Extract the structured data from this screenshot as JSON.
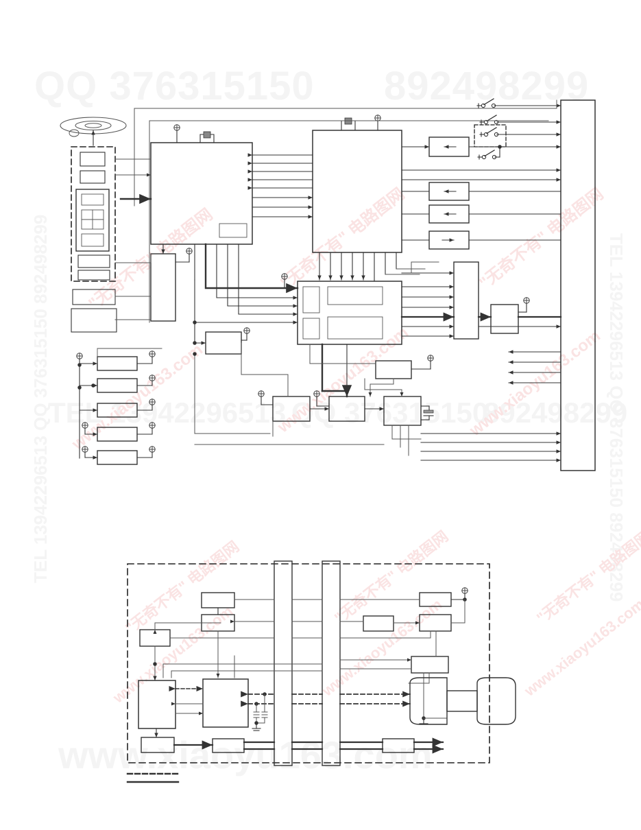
{
  "document": {
    "type": "electronic-block-diagram",
    "title": "",
    "sheet_count": 2
  },
  "watermarks": {
    "top_left": "QQ 376315150",
    "top_right": "892498299",
    "bottom_center": "www.xiaoyu163.com",
    "mid_band_left": "TEL 13942296513",
    "mid_band_center": "QQ 376315150",
    "mid_band_right": "892498299",
    "left_vertical": "TEL 13942296513 QQ 376315150 892498299",
    "right_vertical": "TEL 13942296513 QQ 376315150 892498299",
    "red_site": "www.xiaoyu163.com",
    "red_cn": "\"无奇不有\" 电路图网",
    "colors": {
      "grey": "#f4f4f4",
      "red": "#fae3e3",
      "line": "#333333",
      "thin": "#555555"
    }
  },
  "sheet_top": {
    "name": "upper-block-diagram",
    "disc": {
      "name": "optical-disc",
      "label": ""
    },
    "pickup_group": {
      "name": "optical-pickup-assembly",
      "dashed": true,
      "blocks": 6
    },
    "left_blocks": [
      {
        "name": "left-block-1",
        "label": ""
      },
      {
        "name": "left-block-2",
        "label": ""
      }
    ],
    "driver_blocks": [
      {
        "name": "driver-block-1",
        "label": ""
      },
      {
        "name": "driver-block-2",
        "label": ""
      },
      {
        "name": "driver-block-3",
        "label": ""
      },
      {
        "name": "driver-block-4",
        "label": ""
      },
      {
        "name": "driver-block-5",
        "label": ""
      }
    ],
    "main_ic_left": {
      "name": "servo-processor-ic",
      "label": "",
      "sub_blocks": 1
    },
    "main_ic_right": {
      "name": "system-controller-ic",
      "label": ""
    },
    "center_ic": {
      "name": "dsp-decoder-ic",
      "label": "",
      "sub_blocks": 4
    },
    "vertical_bus": {
      "name": "internal-bus-block",
      "label": ""
    },
    "small_blocks": [
      {
        "name": "aux-block-1",
        "label": ""
      },
      {
        "name": "aux-block-2",
        "label": ""
      },
      {
        "name": "aux-block-3",
        "label": ""
      },
      {
        "name": "aux-block-4",
        "label": ""
      },
      {
        "name": "aux-block-5",
        "label": ""
      },
      {
        "name": "aux-block-6",
        "label": ""
      },
      {
        "name": "aux-block-7",
        "label": ""
      }
    ],
    "buffer_blocks": [
      {
        "name": "buffer-in-1",
        "label": "",
        "direction": "left"
      },
      {
        "name": "buffer-in-2",
        "label": "",
        "direction": "left"
      },
      {
        "name": "buffer-in-3",
        "label": "",
        "direction": "left"
      },
      {
        "name": "buffer-out-1",
        "label": "",
        "direction": "right"
      }
    ],
    "switches": [
      {
        "name": "switch-1",
        "boxed": false
      },
      {
        "name": "switch-2",
        "boxed": false
      },
      {
        "name": "switch-3",
        "boxed": true
      },
      {
        "name": "switch-4",
        "boxed": false
      }
    ],
    "connector": {
      "name": "main-connector-strip",
      "label": ""
    },
    "test_points": 18
  },
  "sheet_bottom": {
    "name": "lower-block-diagram",
    "dashed_boundary": {
      "name": "pcb-boundary",
      "label": ""
    },
    "blocks": [
      {
        "name": "lower-block-1",
        "label": ""
      },
      {
        "name": "lower-block-2",
        "label": ""
      },
      {
        "name": "lower-block-3",
        "label": ""
      },
      {
        "name": "lower-block-4",
        "label": ""
      },
      {
        "name": "lower-block-5",
        "label": ""
      },
      {
        "name": "lower-block-6",
        "label": ""
      },
      {
        "name": "lower-block-7",
        "label": ""
      },
      {
        "name": "lower-block-8",
        "label": ""
      },
      {
        "name": "lower-block-9",
        "label": ""
      },
      {
        "name": "lower-block-10",
        "label": ""
      },
      {
        "name": "lower-block-11",
        "label": ""
      },
      {
        "name": "lower-block-12",
        "label": ""
      }
    ],
    "connectors": [
      {
        "name": "bus-connector-left",
        "label": ""
      },
      {
        "name": "bus-connector-right",
        "label": ""
      }
    ],
    "speaker": {
      "name": "speaker-transducer",
      "label": ""
    },
    "legend": {
      "name": "line-style-legend",
      "entries": [
        {
          "name": "legend-dashed",
          "style": "dashed",
          "label": ""
        },
        {
          "name": "legend-solid",
          "style": "solid",
          "label": ""
        }
      ]
    }
  }
}
